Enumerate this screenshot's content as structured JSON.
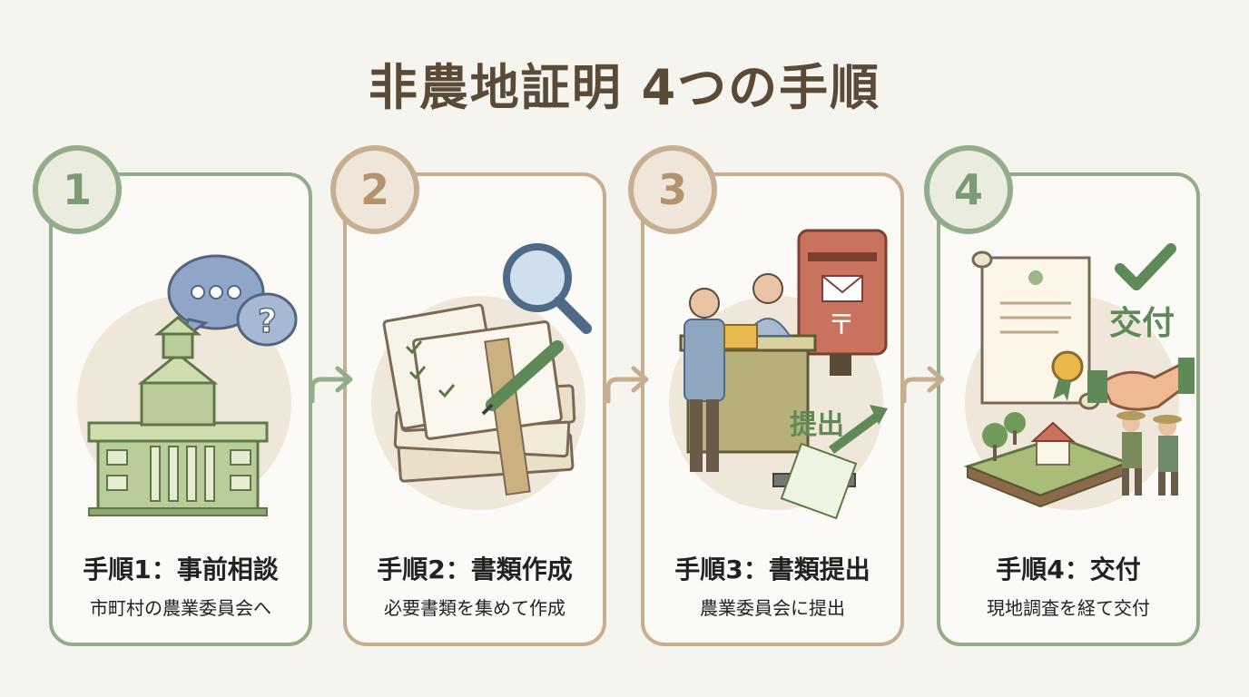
{
  "title": "非農地証明 4つの手順",
  "steps": [
    {
      "number": "1",
      "title": "手順1：事前相談",
      "desc": "市町村の農業委員会へ"
    },
    {
      "number": "2",
      "title": "手順2：書類作成",
      "desc": "必要書類を集めて作成"
    },
    {
      "number": "3",
      "title": "手順3：書類提出",
      "desc": "農業委員会に提出",
      "badge_label": "提出"
    },
    {
      "number": "4",
      "title": "手順4：交付",
      "desc": "現地調査を経て交付",
      "badge_label": "交付"
    }
  ],
  "colors": {
    "green": "#93ad8c",
    "tan": "#c8ae90",
    "title": "#5a4a38",
    "background": "#f6f4ee"
  }
}
